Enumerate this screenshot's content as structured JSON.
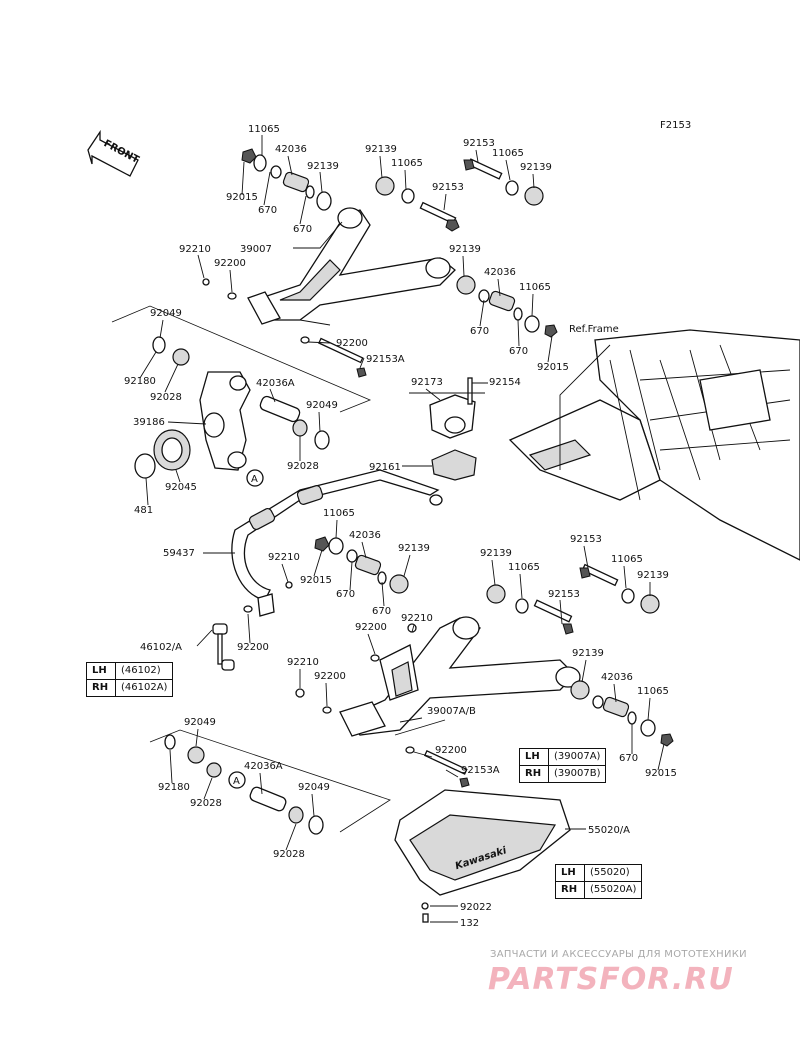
{
  "diagram_code": "F2153",
  "front_label": "FRONT",
  "ref_frame_label": "Ref.Frame",
  "brand_text": "Kawasaki",
  "circle_ref": "A",
  "part_labels": {
    "p11065_a": "11065",
    "p42036_a": "42036",
    "p92139_a": "92139",
    "p92015_a": "92015",
    "p670_a": "670",
    "p670_b": "670",
    "p92139_b": "92139",
    "p11065_b": "11065",
    "p92153_a": "92153",
    "p11065_c": "11065",
    "p92139_c": "92139",
    "p92153_b": "92153",
    "p92210_a": "92210",
    "p39007": "39007",
    "p92200_a": "92200",
    "p92139_d": "92139",
    "p42036_b": "42036",
    "p11065_d": "11065",
    "p670_c": "670",
    "p670_d": "670",
    "p92015_b": "92015",
    "p92049_a": "92049",
    "p92180_a": "92180",
    "p92028_a": "92028",
    "p92200_b": "92200",
    "p92153A_a": "92153A",
    "p42036A_a": "42036A",
    "p39186": "39186",
    "p92049_b": "92049",
    "p92028_b": "92028",
    "p92045": "92045",
    "p481": "481",
    "p92173": "92173",
    "p92154": "92154",
    "p92161": "92161",
    "p11065_e": "11065",
    "p42036_c": "42036",
    "p92139_e": "92139",
    "p92015_c": "92015",
    "p670_e": "670",
    "p670_f": "670",
    "p59437": "59437",
    "p92210_b": "92210",
    "p92200_c": "92200",
    "p46102A": "46102/A",
    "p92139_f": "92139",
    "p11065_f": "11065",
    "p92153_c": "92153",
    "p92153_d": "92153",
    "p11065_g": "11065",
    "p92139_g": "92139",
    "p92210_c": "92210",
    "p92200_d": "92200",
    "p92210_d": "92210",
    "p92200_e": "92200",
    "p92139_h": "92139",
    "p42036_d": "42036",
    "p11065_h": "11065",
    "p670_g": "670",
    "p92015_d": "92015",
    "p39007AB": "39007A/B",
    "p92200_f": "92200",
    "p92153A_b": "92153A",
    "p92049_c": "92049",
    "p92180_b": "92180",
    "p92028_c": "92028",
    "p42036A_b": "42036A",
    "p92049_d": "92049",
    "p92028_d": "92028",
    "p55020A": "55020/A",
    "p92022": "92022",
    "p132": "132"
  },
  "legends": {
    "link": [
      {
        "side": "LH",
        "part": "(46102)"
      },
      {
        "side": "RH",
        "part": "(46102A)"
      }
    ],
    "arm": [
      {
        "side": "LH",
        "part": "(39007A)"
      },
      {
        "side": "RH",
        "part": "(39007B)"
      }
    ],
    "guard": [
      {
        "side": "LH",
        "part": "(55020)"
      },
      {
        "side": "RH",
        "part": "(55020A)"
      }
    ]
  },
  "watermark": {
    "subtitle": "ЗАПЧАСТИ И АКСЕССУАРЫ ДЛЯ МОТОТЕХНИКИ",
    "logo": "PARTSFOR.RU"
  }
}
